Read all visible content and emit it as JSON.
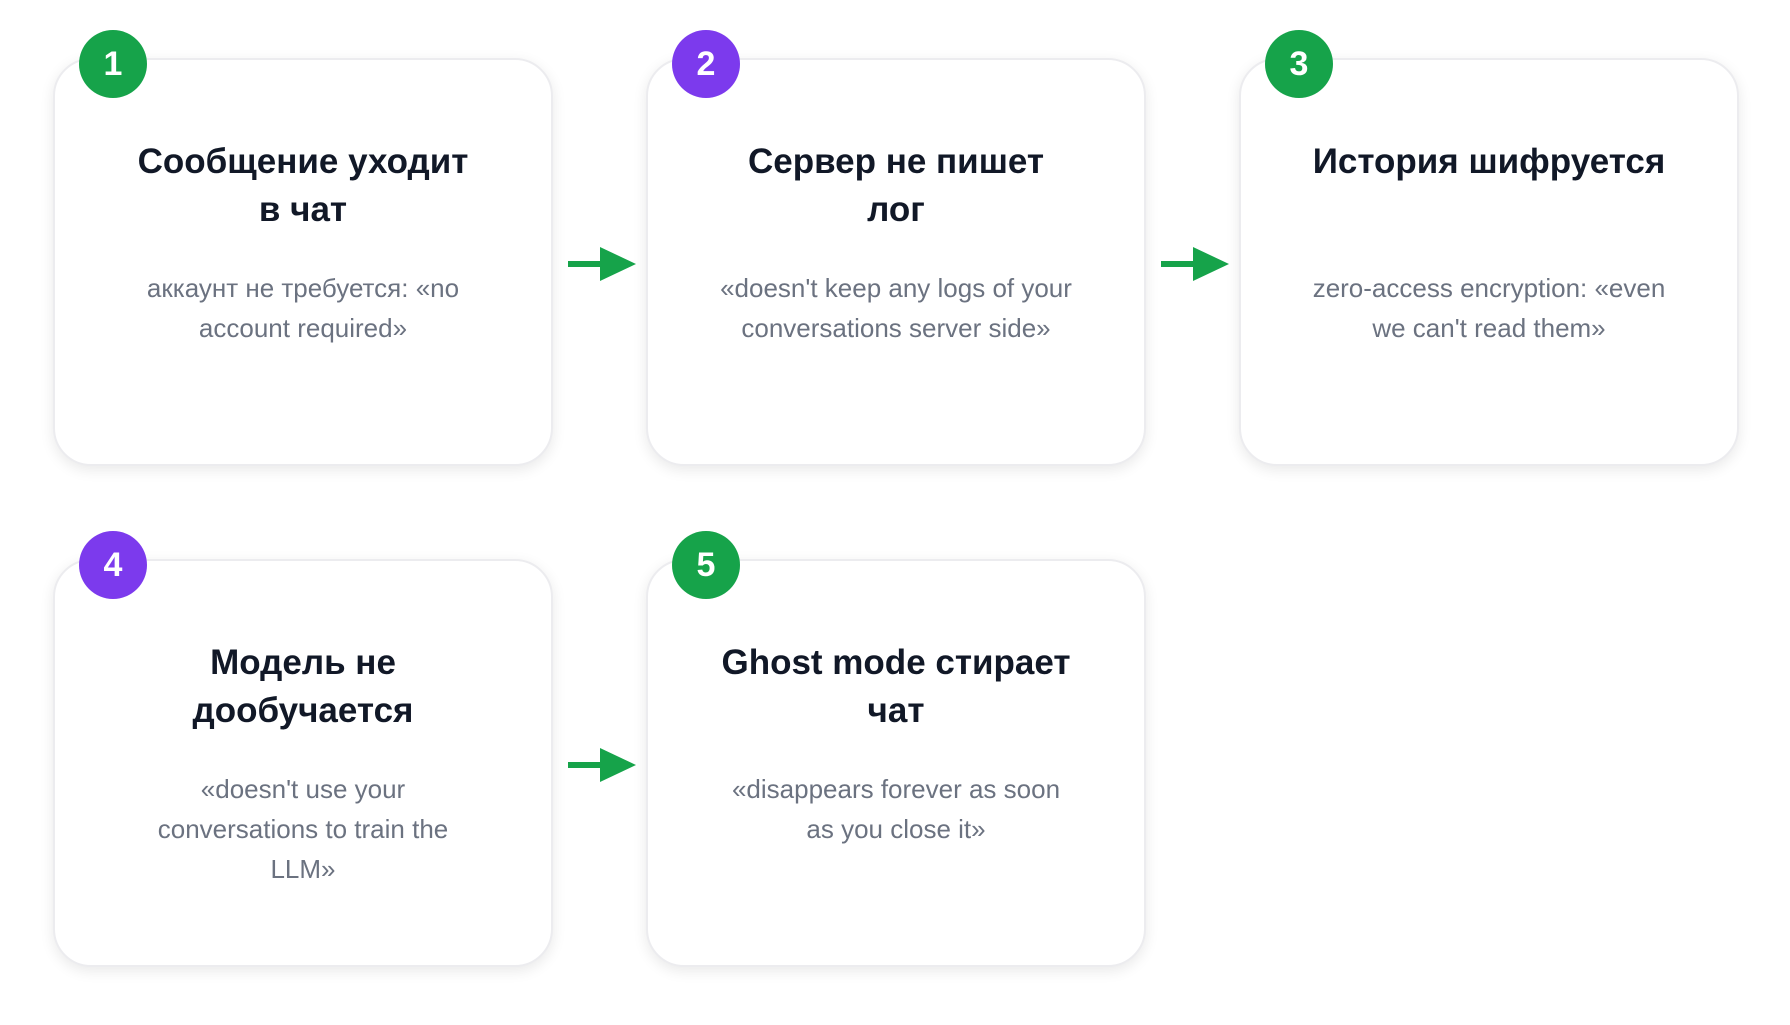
{
  "steps": [
    {
      "number": "1",
      "title": "Сообщение уходит в чат",
      "text": "аккаунт не требуется: «no account required»",
      "badge_color": "#16a34a"
    },
    {
      "number": "2",
      "title": "Сервер не пишет лог",
      "text": "«doesn't keep any logs of your conversations server side»",
      "badge_color": "#7c3aed"
    },
    {
      "number": "3",
      "title": "История шифруется",
      "text": "zero-access encryption: «even we can't read them»",
      "badge_color": "#16a34a"
    },
    {
      "number": "4",
      "title": "Модель не дообучается",
      "text": "«doesn't use your conversations to train the LLM»",
      "badge_color": "#7c3aed"
    },
    {
      "number": "5",
      "title": "Ghost mode стирает чат",
      "text": "«disappears forever as soon as you close it»",
      "badge_color": "#16a34a"
    }
  ],
  "colors": {
    "accent_green": "#16a34a",
    "accent_purple": "#7c3aed",
    "title_text": "#111827",
    "body_text": "#6b7280"
  },
  "icons": {
    "connector": "arrow-right-icon"
  }
}
